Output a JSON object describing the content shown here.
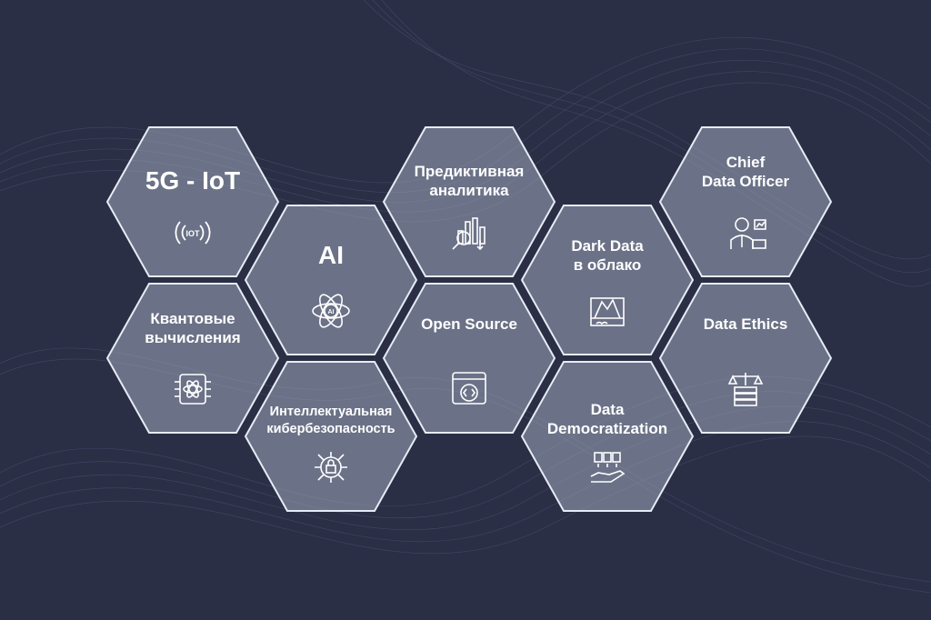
{
  "tiles": [
    {
      "id": "5g-iot",
      "label": "5G - IoT",
      "icon": "iot-signal-icon"
    },
    {
      "id": "ai",
      "label": "AI",
      "icon": "ai-atom-icon"
    },
    {
      "id": "predictive",
      "label": "Предиктивная\nаналитика",
      "icon": "analytics-chart-icon"
    },
    {
      "id": "dark-data",
      "label": "Dark Data\nв облако",
      "icon": "iceberg-cloud-icon"
    },
    {
      "id": "cdo",
      "label": "Chief\nData Officer",
      "icon": "officer-person-icon"
    },
    {
      "id": "quantum",
      "label": "Квантовые\nвычисления",
      "icon": "quantum-chip-icon"
    },
    {
      "id": "open-source",
      "label": "Open Source",
      "icon": "code-window-icon"
    },
    {
      "id": "data-ethics",
      "label": "Data Ethics",
      "icon": "scales-servers-icon"
    },
    {
      "id": "cybersecurity",
      "label": "Интеллектуальная\nкибербезопасность",
      "icon": "lock-circuit-icon"
    },
    {
      "id": "democratization",
      "label": "Data\nDemocratization",
      "icon": "data-sharing-hand-icon"
    }
  ],
  "colors": {
    "background": "#2a2f45",
    "hex_fill": "rgba(160,170,190,0.55)",
    "hex_stroke": "#e6ecf5",
    "text": "#ffffff"
  }
}
